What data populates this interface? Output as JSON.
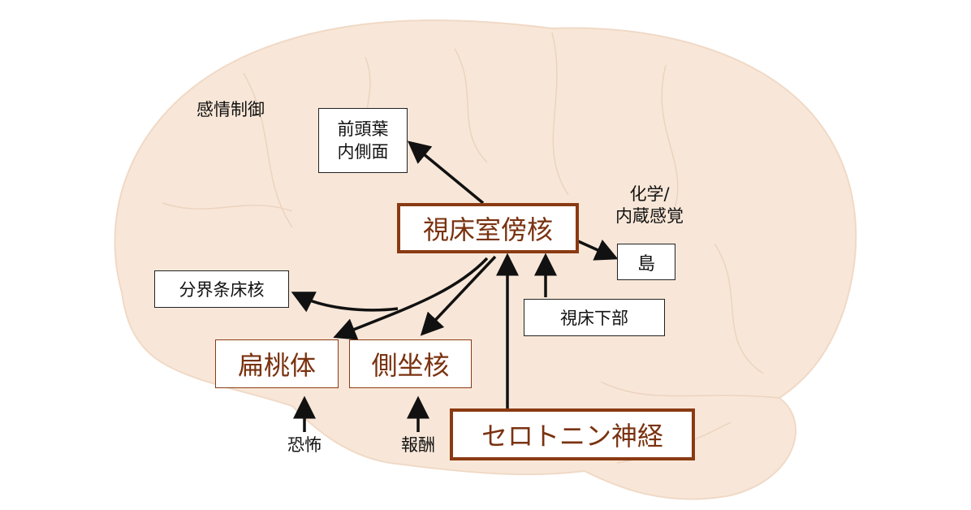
{
  "colors": {
    "brain": "#f8e7d8",
    "brown": "#8a3a12",
    "arrow": "#111111"
  },
  "labels": {
    "emotion_control": "感情制御",
    "chem_line1": "化学/",
    "chem_line2": "内蔵感覚",
    "fear": "恐怖",
    "reward": "報酬"
  },
  "boxes": {
    "mpfc_line1": "前頭葉",
    "mpfc_line2": "内側面",
    "pvt": "視床室傍核",
    "insula": "島",
    "bnst": "分界条床核",
    "hypothalamus": "視床下部",
    "amygdala": "扁桃体",
    "nac": "側坐核",
    "serotonin": "セロトニン神経"
  }
}
